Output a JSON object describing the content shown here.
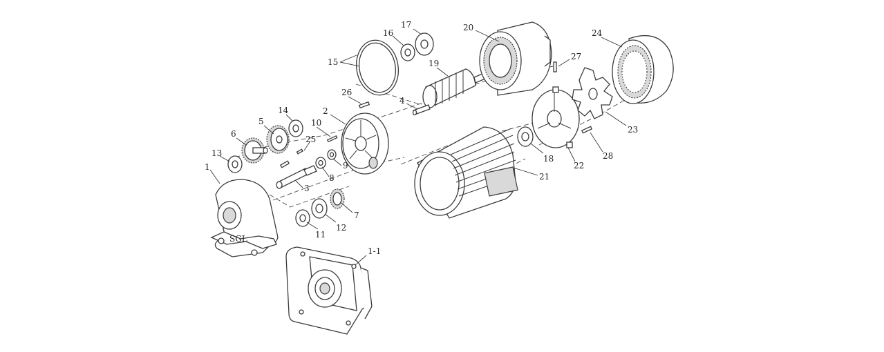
{
  "parts": [
    {
      "id": "p1",
      "label": "1"
    },
    {
      "id": "p1-1",
      "label": "1-1"
    },
    {
      "id": "p2",
      "label": "2"
    },
    {
      "id": "p3",
      "label": "3"
    },
    {
      "id": "p4",
      "label": "4"
    },
    {
      "id": "p5",
      "label": "5"
    },
    {
      "id": "p6",
      "label": "6"
    },
    {
      "id": "p7",
      "label": "7"
    },
    {
      "id": "p8",
      "label": "8"
    },
    {
      "id": "p9",
      "label": "9"
    },
    {
      "id": "p10",
      "label": "10"
    },
    {
      "id": "p11",
      "label": "11"
    },
    {
      "id": "p12",
      "label": "12"
    },
    {
      "id": "p13",
      "label": "13"
    },
    {
      "id": "p14",
      "label": "14"
    },
    {
      "id": "p15",
      "label": "15"
    },
    {
      "id": "p16",
      "label": "16"
    },
    {
      "id": "p17",
      "label": "17"
    },
    {
      "id": "p18",
      "label": "18"
    },
    {
      "id": "p19",
      "label": "19"
    },
    {
      "id": "p20",
      "label": "20"
    },
    {
      "id": "p21",
      "label": "21"
    },
    {
      "id": "p22",
      "label": "22"
    },
    {
      "id": "p23",
      "label": "23"
    },
    {
      "id": "p24",
      "label": "24"
    },
    {
      "id": "p25",
      "label": "25"
    },
    {
      "id": "p26",
      "label": "26"
    },
    {
      "id": "p27",
      "label": "27"
    },
    {
      "id": "p28",
      "label": "28"
    }
  ],
  "nameplate": "SGL"
}
